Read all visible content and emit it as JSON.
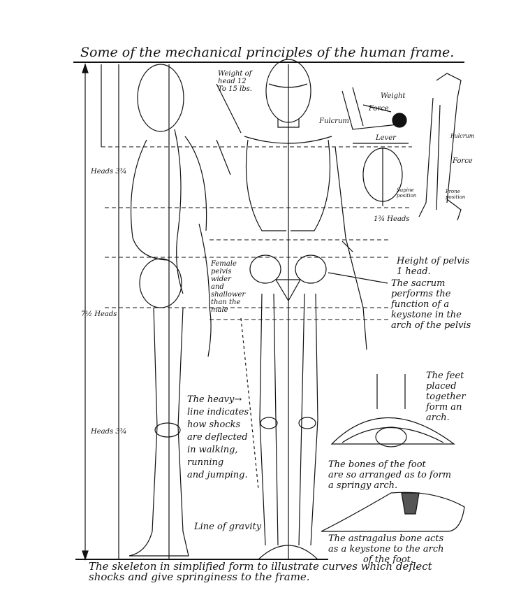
{
  "title": "Some of the mechanical principles of the human frame.",
  "labels": {
    "weight_of_head": [
      "Weight of",
      "head 12",
      "To 15 lbs."
    ],
    "weight": "Weight",
    "force": "Force",
    "fulcrum": "Fulcrum",
    "lever": "Lever",
    "fulcrum_right": "Fulcrum",
    "force_right": "Force",
    "supine": [
      "Supine",
      "position"
    ],
    "prone": [
      "Prone",
      "position"
    ],
    "heads_134": "1¾ Heads",
    "heads_334_top": "Heads 3¾",
    "heads_712": "7½ Heads",
    "heads_334_bottom": "Heads 3¾",
    "female_pelvis": [
      "Female",
      "pelvis",
      "wider",
      "and",
      "shallower",
      "than the",
      "male"
    ],
    "height_pelvis": [
      "Height of pelvis",
      "1 head."
    ],
    "sacrum": [
      "The sacrum",
      "performs the",
      "function of a",
      "keystone in the",
      "arch of the pelvis"
    ],
    "heavy_line": [
      "The heavy→",
      "line indicates",
      "how shocks",
      "are deflected",
      "in walking,",
      "running",
      "and jumping."
    ],
    "feet_arch": [
      "The feet",
      "placed",
      "together",
      "form an",
      "arch."
    ],
    "foot_bones": [
      "The bones of the foot",
      "are so arranged as to form",
      "a springy arch."
    ],
    "line_gravity": "Line of gravity",
    "astragalus": [
      "The astragalus bone acts",
      "as a keystone to the arch",
      "of the foot."
    ],
    "caption": [
      "The skeleton in simplified form to illustrate curves which deflect",
      "shocks and give springiness to the frame."
    ]
  }
}
